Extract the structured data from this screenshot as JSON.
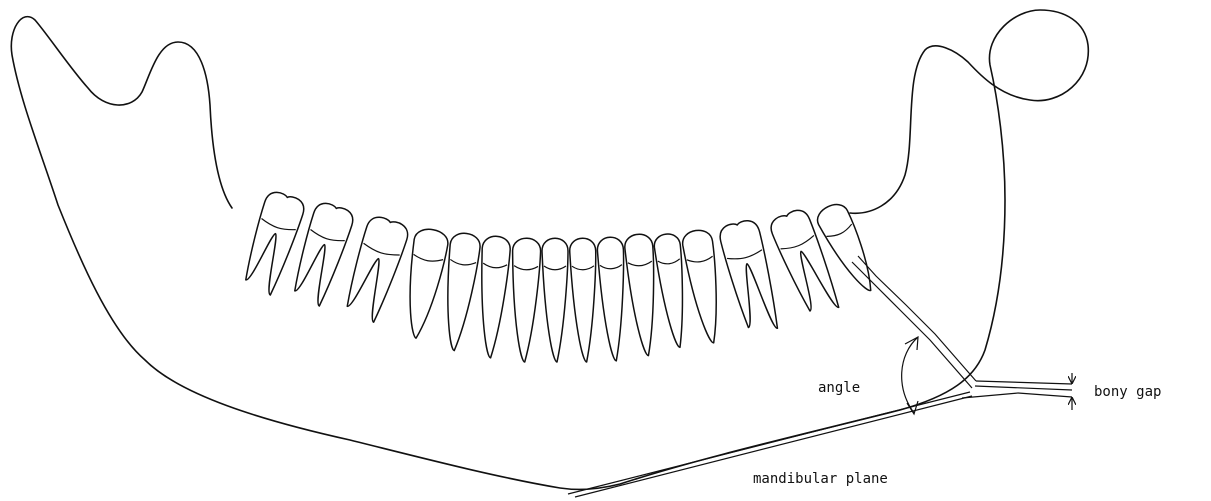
{
  "labels": {
    "angle": "angle",
    "bony_gap": "bony gap",
    "mandibular_plane": "mandibular plane"
  }
}
